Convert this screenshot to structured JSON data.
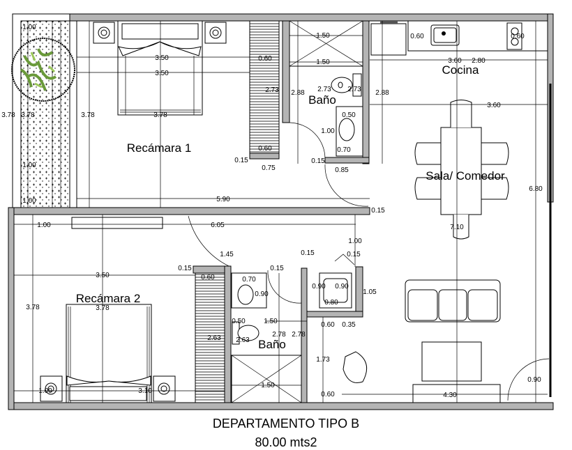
{
  "title": "DEPARTAMENTO TIPO B",
  "area": "80.00 mts2",
  "rooms": {
    "bedroom1": "Recámara  1",
    "bath1": "Baño",
    "kitchen": "Cocina",
    "living": "Sala/ Comedor",
    "bedroom2": "Recámara  2",
    "bath2": "Baño"
  },
  "colors": {
    "wall": "#b4b4b4",
    "line": "#000000",
    "plant": "#6a9a3a"
  },
  "dims": [
    "1.00",
    "3.50",
    "3.50",
    "0.60",
    "2.73",
    "3.78",
    "3.78",
    "3.78",
    "3.78",
    "0.60",
    "0.15",
    "0.75",
    "1.00",
    "1.00",
    "5.90",
    "1.50",
    "1.50",
    "2.88",
    "2.73",
    "2.73",
    "0.50",
    "1.00",
    "0.70",
    "0.15",
    "0.85",
    "2.88",
    "0.15",
    "0.60",
    "0.60",
    "3.60",
    "2.80",
    "3.60",
    "6.80",
    "7.10",
    "1.00",
    "6.05",
    "1.00",
    "1.45",
    "0.15",
    "0.15",
    "0.15",
    "0.15",
    "3.50",
    "0.60",
    "0.70",
    "0.90",
    "0.90",
    "0.90",
    "1.05",
    "0.80",
    "3.78",
    "3.78",
    "1.50",
    "0.50",
    "0.60",
    "0.35",
    "2.63",
    "2.63",
    "2.78",
    "2.78",
    "1.73",
    "1.00",
    "3.10",
    "1.50",
    "0.60",
    "4.30",
    "0.90"
  ]
}
